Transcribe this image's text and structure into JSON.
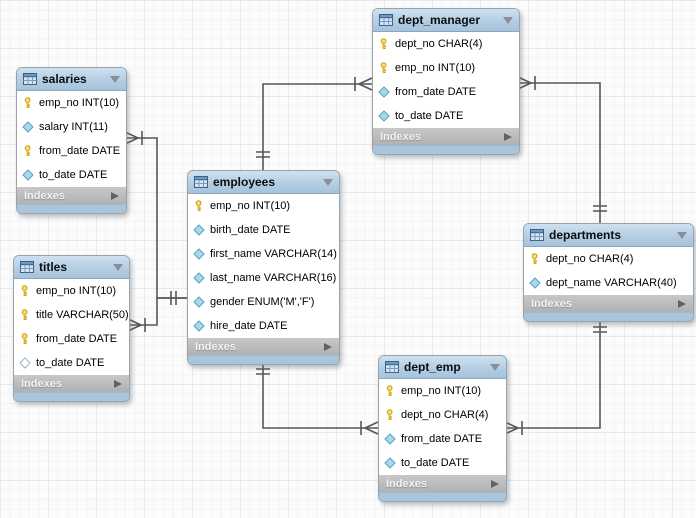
{
  "diagram": {
    "tables": [
      {
        "id": "salaries",
        "name": "salaries",
        "footer": "Indexes",
        "columns": [
          {
            "icon": "key-icon",
            "label": "emp_no INT(10)"
          },
          {
            "icon": "diamond-icon",
            "label": "salary INT(11)"
          },
          {
            "icon": "key-icon",
            "label": "from_date DATE"
          },
          {
            "icon": "diamond-icon",
            "label": "to_date DATE"
          }
        ]
      },
      {
        "id": "titles",
        "name": "titles",
        "footer": "Indexes",
        "columns": [
          {
            "icon": "key-icon",
            "label": "emp_no INT(10)"
          },
          {
            "icon": "key-icon",
            "label": "title VARCHAR(50)"
          },
          {
            "icon": "key-icon",
            "label": "from_date DATE"
          },
          {
            "icon": "diamond-hollow-icon",
            "label": "to_date DATE"
          }
        ]
      },
      {
        "id": "employees",
        "name": "employees",
        "footer": "Indexes",
        "columns": [
          {
            "icon": "key-icon",
            "label": "emp_no INT(10)"
          },
          {
            "icon": "diamond-icon",
            "label": "birth_date DATE"
          },
          {
            "icon": "diamond-icon",
            "label": "first_name VARCHAR(14)"
          },
          {
            "icon": "diamond-icon",
            "label": "last_name VARCHAR(16)"
          },
          {
            "icon": "diamond-icon",
            "label": "gender ENUM('M','F')"
          },
          {
            "icon": "diamond-icon",
            "label": "hire_date DATE"
          }
        ]
      },
      {
        "id": "dept_manager",
        "name": "dept_manager",
        "footer": "Indexes",
        "columns": [
          {
            "icon": "key-icon",
            "label": "dept_no CHAR(4)"
          },
          {
            "icon": "key-icon",
            "label": "emp_no INT(10)"
          },
          {
            "icon": "diamond-icon",
            "label": "from_date DATE"
          },
          {
            "icon": "diamond-icon",
            "label": "to_date DATE"
          }
        ]
      },
      {
        "id": "departments",
        "name": "departments",
        "footer": "Indexes",
        "columns": [
          {
            "icon": "key-icon",
            "label": "dept_no CHAR(4)"
          },
          {
            "icon": "diamond-icon",
            "label": "dept_name VARCHAR(40)"
          }
        ]
      },
      {
        "id": "dept_emp",
        "name": "dept_emp",
        "footer": "Indexes",
        "columns": [
          {
            "icon": "key-icon",
            "label": "emp_no INT(10)"
          },
          {
            "icon": "key-icon",
            "label": "dept_no CHAR(4)"
          },
          {
            "icon": "diamond-icon",
            "label": "from_date DATE"
          },
          {
            "icon": "diamond-icon",
            "label": "to_date DATE"
          }
        ]
      }
    ],
    "relationships": [
      {
        "from": "salaries",
        "to": "employees",
        "cardinality": "many-to-one"
      },
      {
        "from": "titles",
        "to": "employees",
        "cardinality": "many-to-one"
      },
      {
        "from": "dept_manager",
        "to": "employees",
        "cardinality": "many-to-one"
      },
      {
        "from": "dept_manager",
        "to": "departments",
        "cardinality": "many-to-one"
      },
      {
        "from": "dept_emp",
        "to": "employees",
        "cardinality": "many-to-one"
      },
      {
        "from": "dept_emp",
        "to": "departments",
        "cardinality": "many-to-one"
      }
    ]
  }
}
